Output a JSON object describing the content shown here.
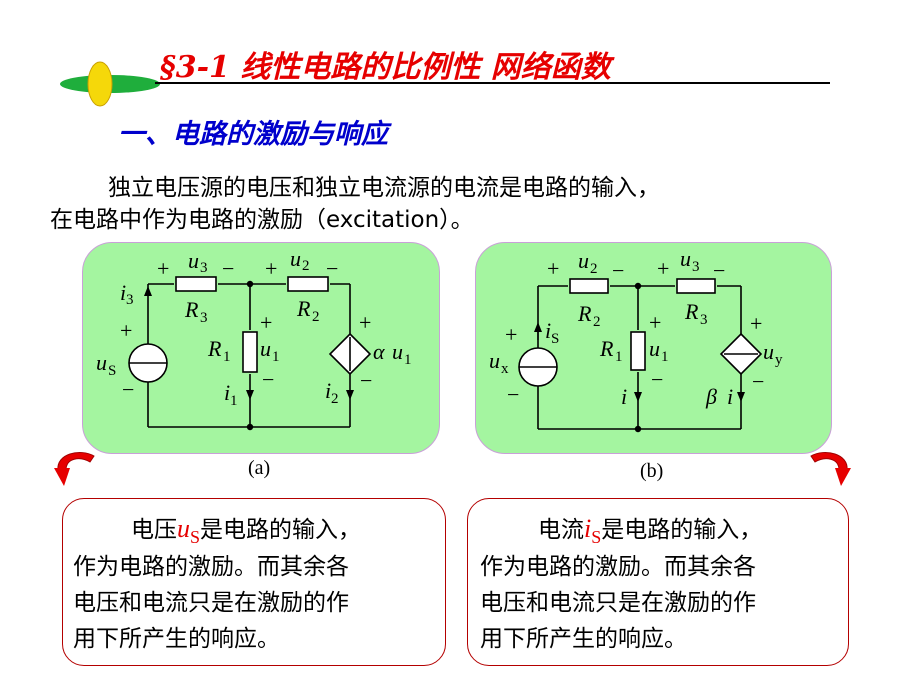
{
  "title": "§3-1 线性电路的比例性 网络函数",
  "heading": "一、电路的激励与响应",
  "paragraph": {
    "line1": "独立电压源的电压和独立电流源的电流是电路的输入，",
    "line2": "在电路中作为电路的激励（excitation）。"
  },
  "circuit_a": {
    "caption": "(a)",
    "labels": {
      "u": "u",
      "s": "S",
      "i": "i",
      "R": "R",
      "alpha": "α",
      "n1": "1",
      "n2": "2",
      "n3": "3",
      "plus": "+",
      "minus": "−"
    }
  },
  "circuit_b": {
    "caption": "(b)",
    "labels": {
      "u": "u",
      "s": "S",
      "i": "i",
      "R": "R",
      "beta": "β",
      "x": "x",
      "y": "y",
      "n1": "1",
      "n2": "2",
      "n3": "3",
      "plus": "+",
      "minus": "−"
    }
  },
  "note_a": {
    "prefix": "电压",
    "var": "u",
    "sub": "S",
    "suffix": "是电路的输入，",
    "line2": "作为电路的激励。而其余各",
    "line3": "电压和电流只是在激励的作",
    "line4": "用下所产生的响应。"
  },
  "note_b": {
    "prefix": "电流",
    "var": "i",
    "sub": "S",
    "suffix": "是电路的输入，",
    "line2": "作为电路的激励。而其余各",
    "line3": "电压和电流只是在激励的作",
    "line4": "用下所产生的响应。"
  },
  "colors": {
    "title": "#e60000",
    "heading": "#0000cc",
    "panel": "#a4f5a0",
    "note_border": "#b40000",
    "arrow": "#e60000",
    "logo_leaf": "#1fae3c",
    "logo_center": "#f5d80a"
  }
}
